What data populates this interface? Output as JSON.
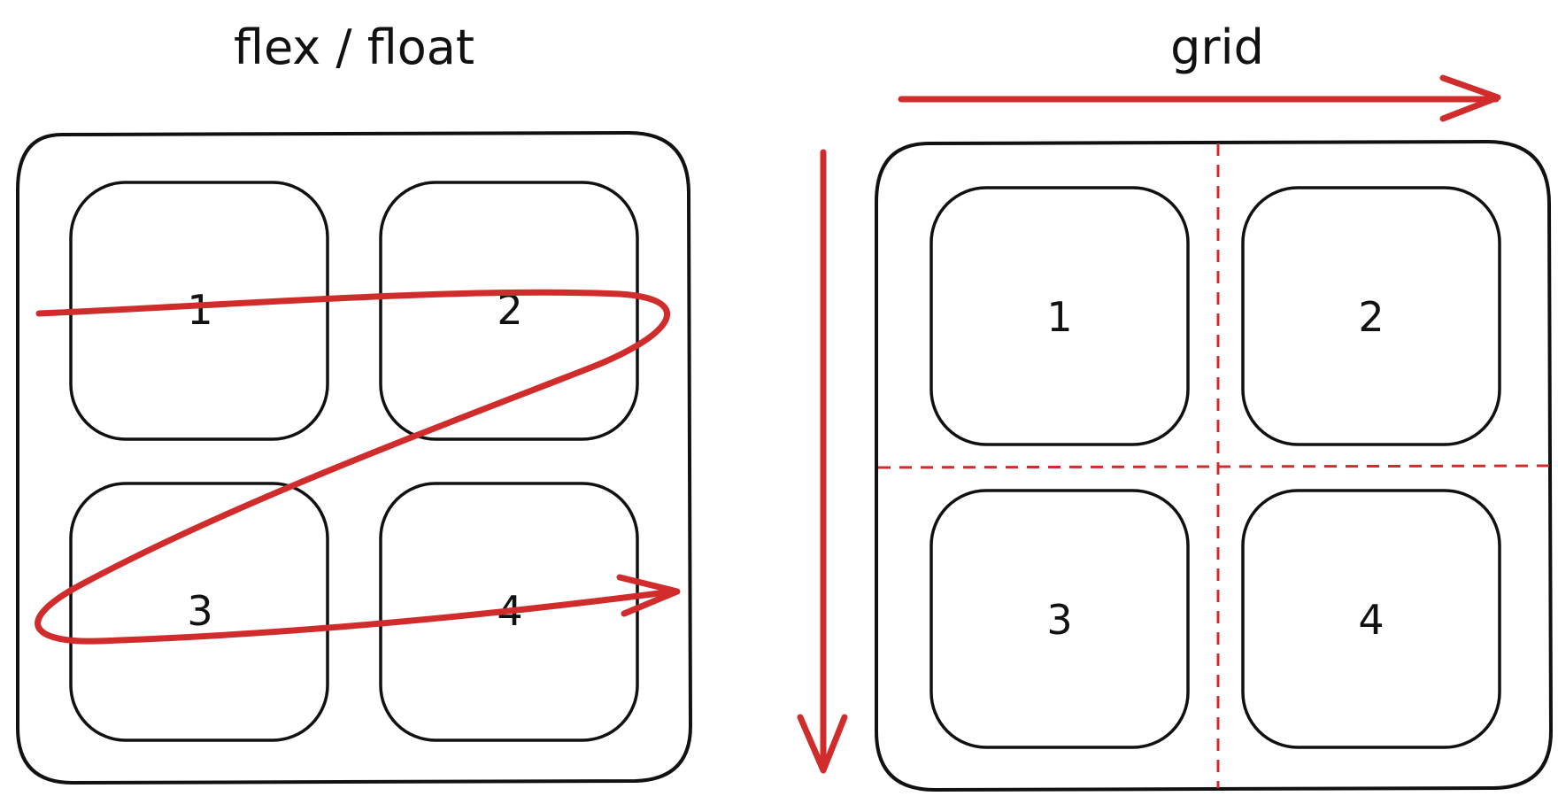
{
  "diagram": {
    "accent_color": "#d12c2c",
    "ink_color": "#111111",
    "left_panel": {
      "title": "flex / float",
      "cells": [
        "1",
        "2",
        "3",
        "4"
      ]
    },
    "right_panel": {
      "title": "grid",
      "cells": [
        "1",
        "2",
        "3",
        "4"
      ]
    }
  }
}
